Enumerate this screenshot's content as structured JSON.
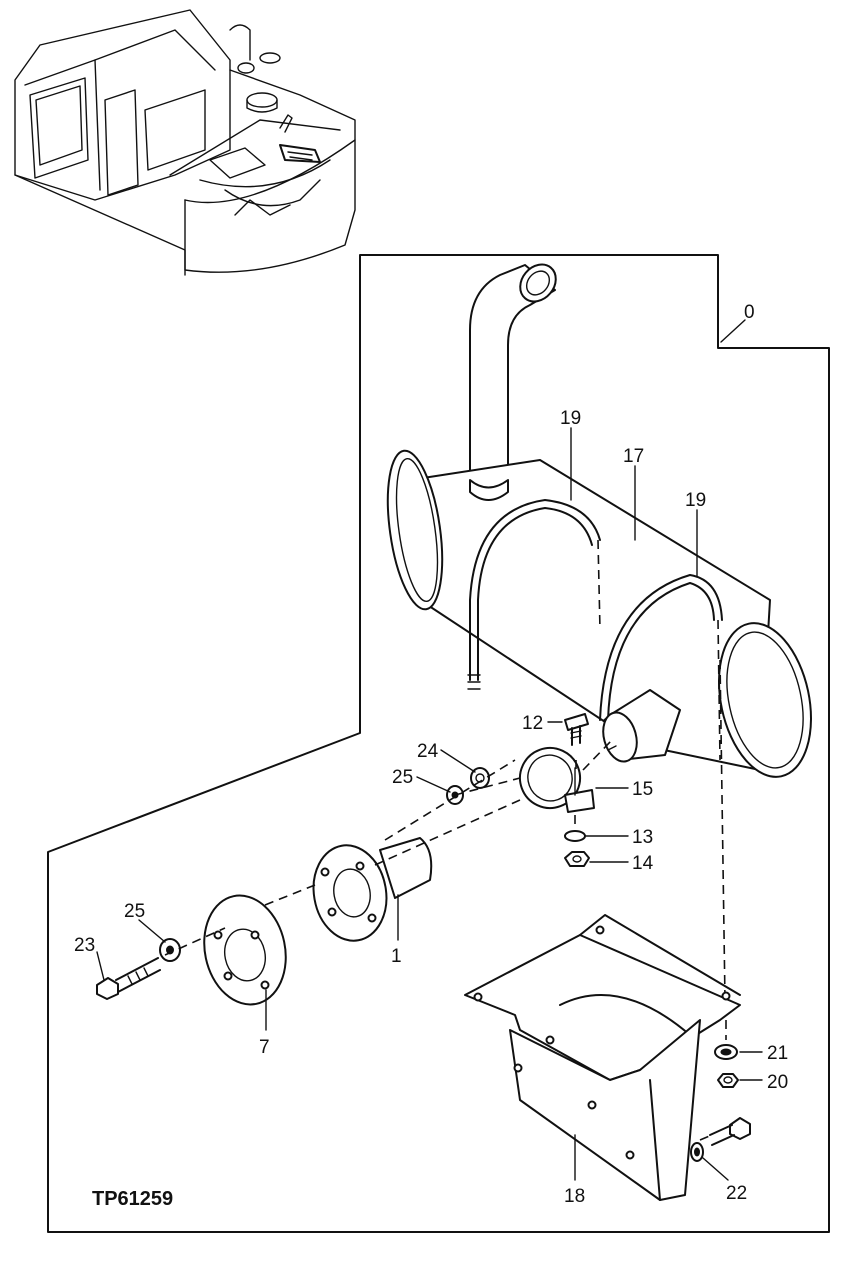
{
  "figure_code": "TP61259",
  "callouts": {
    "c0": "0",
    "c1": "1",
    "c7": "7",
    "c12": "12",
    "c13": "13",
    "c14": "14",
    "c15": "15",
    "c17": "17",
    "c18": "18",
    "c19a": "19",
    "c19b": "19",
    "c20": "20",
    "c21": "21",
    "c22": "22",
    "c23": "23",
    "c24": "24",
    "c25a": "25",
    "c25b": "25"
  }
}
